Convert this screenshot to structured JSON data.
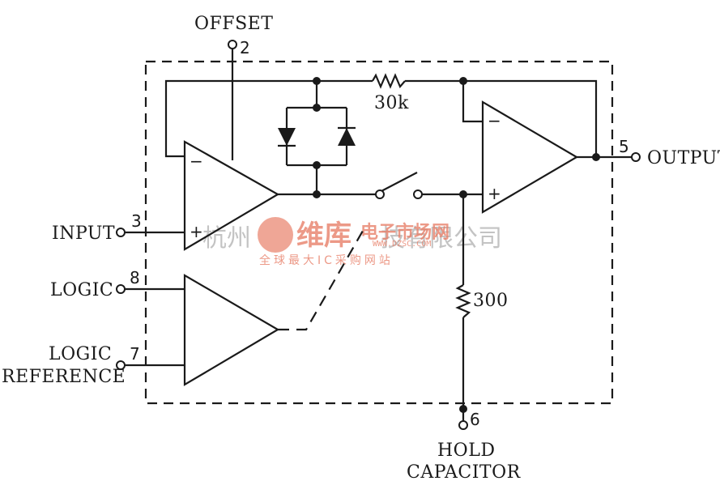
{
  "labels": {
    "offset": "OFFSET",
    "output": "OUTPUT",
    "input": "INPUT",
    "logic": "LOGIC",
    "logic_reference_line1": "LOGIC",
    "logic_reference_line2": "REFERENCE",
    "hold_capacitor_line1": "HOLD",
    "hold_capacitor_line2": "CAPACITOR",
    "resistor_feedback": "30k",
    "resistor_hold": "300"
  },
  "pins": {
    "offset": "2",
    "output": "5",
    "input": "3",
    "logic": "8",
    "logic_reference": "7",
    "hold_capacitor": "6"
  },
  "op_amp_signs": {
    "minus": "−",
    "plus": "+"
  },
  "watermark": {
    "company_left": "杭州",
    "company_right": "技有限公司",
    "brand": "维库",
    "brand_tail": "电子市场网",
    "url": "WWW.DZSC.COM",
    "slogan": "全球最大IC采购网站"
  },
  "colors": {
    "ink": "#1a1a1a",
    "watermark": "#e8806a"
  }
}
